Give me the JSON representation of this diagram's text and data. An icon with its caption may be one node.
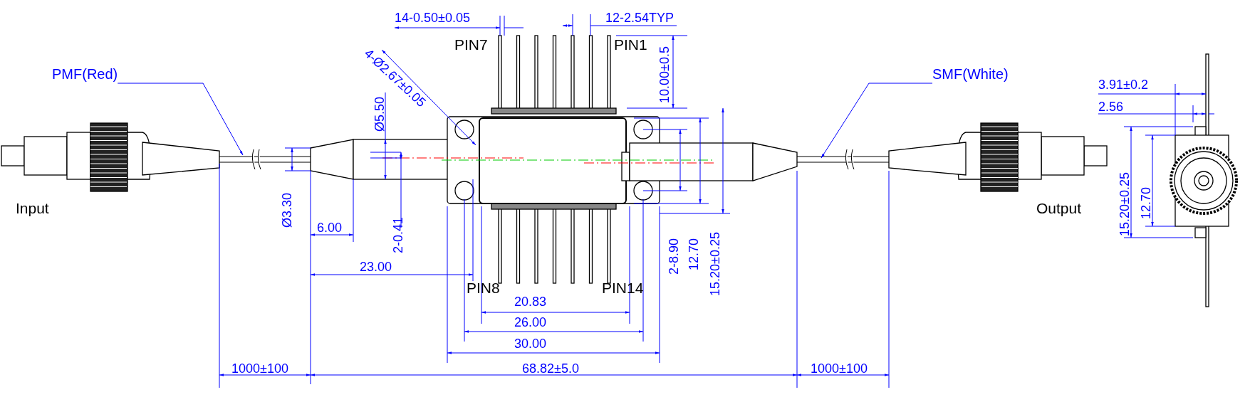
{
  "diagram": {
    "nodes": [
      {
        "text": [
          "PMF(Red)"
        ]
      },
      {
        "text": [
          "SMF(White)"
        ]
      }
    ],
    "edges": [
      {
        "from": 0,
        "to": null,
        "arrow": "to"
      },
      {
        "from": 1,
        "to": null,
        "arrow": "to"
      }
    ],
    "labels": [
      "Input",
      "Output",
      "14-0.50±0.05",
      "12-2.54TYP",
      "4-Ø2.67±0.05",
      "PIN7",
      "PIN1",
      "10.00±0.5",
      "Ø5.50",
      "Ø3.30",
      "6.00",
      "2-0.41",
      "23.00",
      "PIN8",
      "PIN14",
      "20.83",
      "26.00",
      "30.00",
      "2-8.90",
      "12.70",
      "15.20±0.25",
      "1000±100",
      "68.82±5.0",
      "1000±100",
      "3.91±0.2",
      "2.56",
      "15.20±0.25",
      "12.70"
    ]
  }
}
